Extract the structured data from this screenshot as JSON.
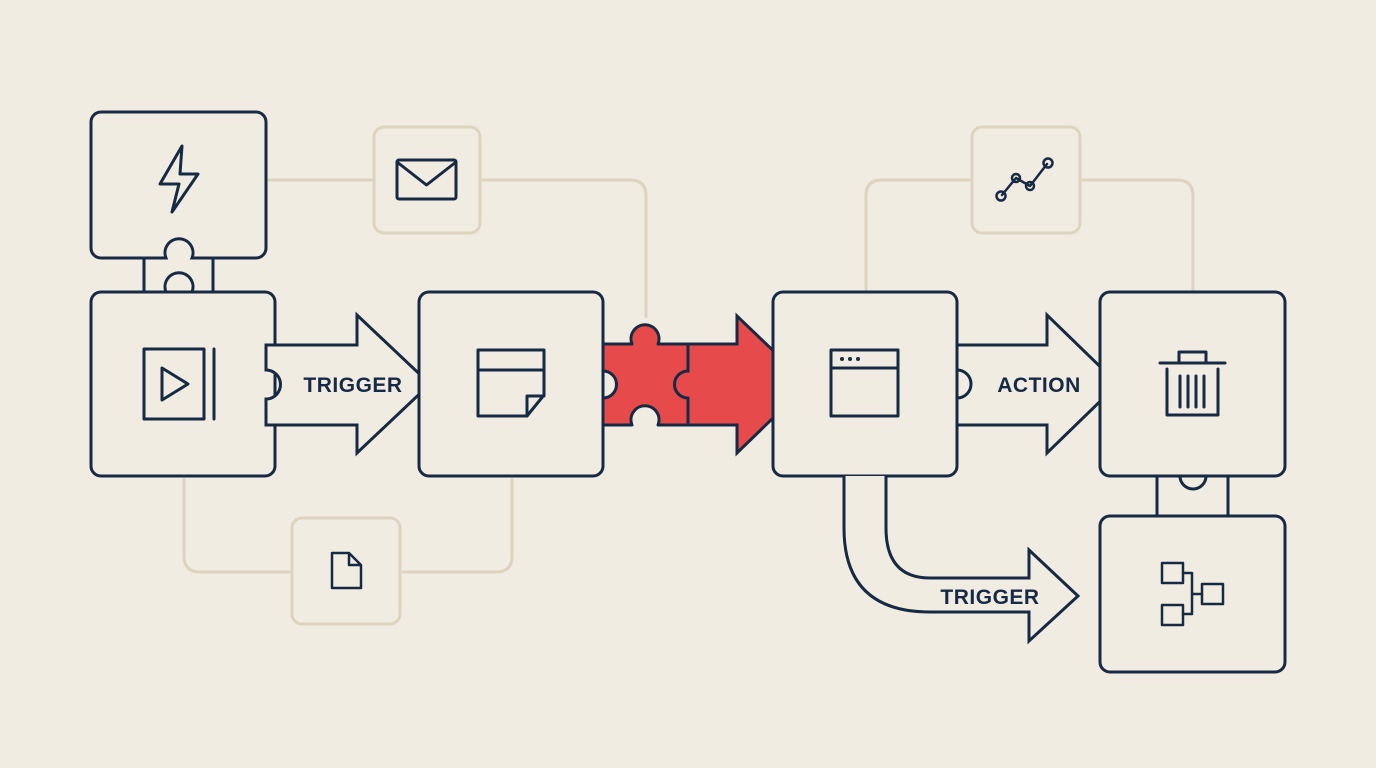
{
  "colors": {
    "background": "#f1ece2",
    "ink": "#172a44",
    "ghost": "#ddd3be",
    "accent": "#e64a4a"
  },
  "labels": {
    "trigger_1": "TRIGGER",
    "action": "ACTION",
    "trigger_2": "TRIGGER"
  },
  "icons": {
    "source": "lightning-bolt-icon",
    "email": "envelope-icon",
    "document": "document-icon",
    "media": "play-button-icon",
    "note": "sticky-note-icon",
    "browser": "browser-window-icon",
    "analytics": "line-chart-icon",
    "delete": "trash-icon",
    "workflow": "flowchart-icon"
  }
}
